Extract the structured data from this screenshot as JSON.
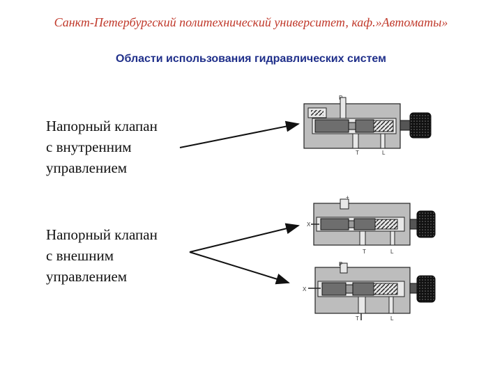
{
  "header": "Санкт-Петербургский политехнический университет, каф.»Автоматы»",
  "title": "Области использования гидравлических систем",
  "labels": [
    {
      "lines": [
        "Напорный клапан",
        "с внутренним",
        "управлением"
      ]
    },
    {
      "lines": [
        "Напорный клапан",
        "с внешним",
        "управлением"
      ]
    }
  ],
  "valves": {
    "v1": {
      "p": "P",
      "t": "T",
      "l": "L"
    },
    "v2": {
      "top": "+",
      "x": "X",
      "t": "T",
      "l": "L"
    },
    "v3": {
      "p": "P",
      "x": "X",
      "t": "T",
      "l": "L"
    }
  },
  "colors": {
    "header": "#c0392b",
    "title": "#1f2f8a",
    "body_metal": "#bfbfbf",
    "dark": "#1a1a1a"
  }
}
